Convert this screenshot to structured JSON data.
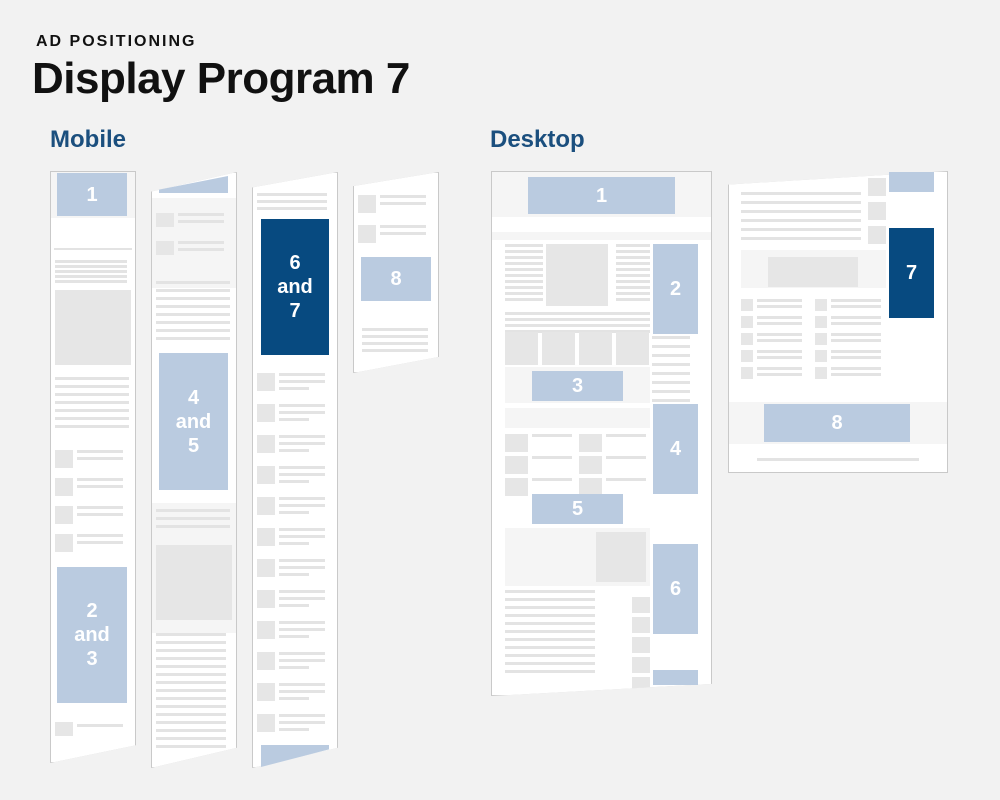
{
  "header": {
    "kicker": "AD POSITIONING",
    "title": "Display Program 7"
  },
  "sections": {
    "mobile": "Mobile",
    "desktop": "Desktop"
  },
  "mobile_ads": [
    "1",
    "2\nand\n3",
    "4\nand\n5",
    "6\nand\n7",
    "8"
  ],
  "desktop_ads": [
    "1",
    "2",
    "3",
    "4",
    "5",
    "6",
    "7",
    "8"
  ],
  "colors": {
    "ad_light": "#bacbe0",
    "ad_dark": "#074a80",
    "heading": "#1b4f7e"
  }
}
